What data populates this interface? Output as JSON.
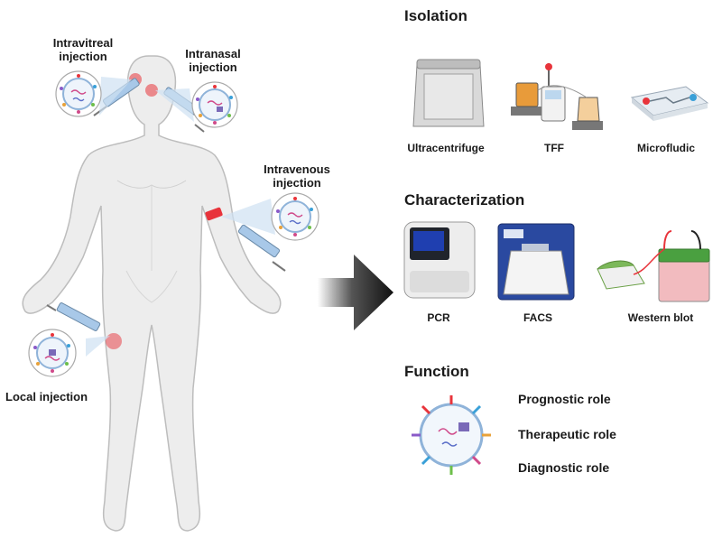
{
  "injections": {
    "intravitreal": "Intravitreal\ninjection",
    "intranasal": "Intranasal\ninjection",
    "intravenous": "Intravenous\ninjection",
    "local": "Local injection"
  },
  "isolation": {
    "heading": "Isolation",
    "items": [
      "Ultracentrifuge",
      "TFF",
      "Microfludic"
    ]
  },
  "characterization": {
    "heading": "Characterization",
    "items": [
      "PCR",
      "FACS",
      "Western blot"
    ]
  },
  "function": {
    "heading": "Function",
    "roles": [
      "Prognostic role",
      "Therapeutic role",
      "Diagnostic role"
    ]
  },
  "colors": {
    "body_fill": "#ededed",
    "body_stroke": "#bdbdbd",
    "accent_red": "#e8343b",
    "syringe_blue": "#a8c8e8",
    "arrow": "#111111"
  }
}
